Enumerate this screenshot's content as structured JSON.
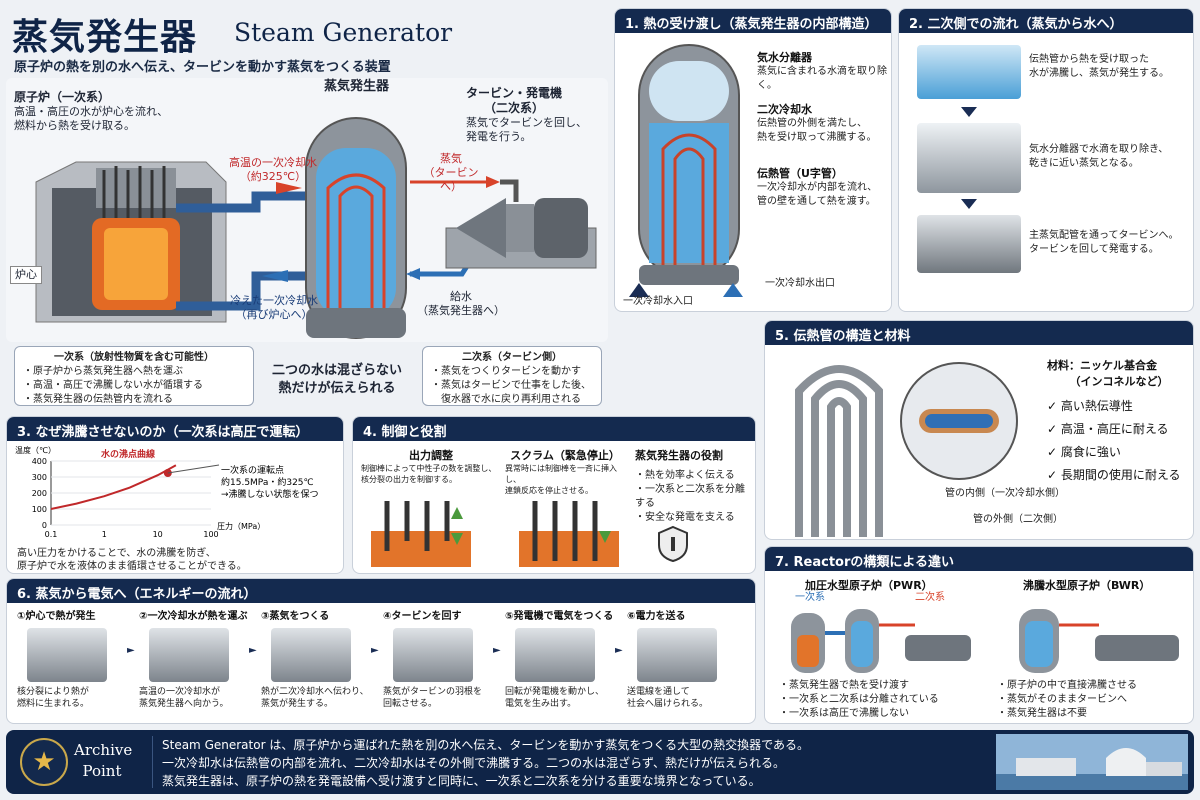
{
  "header": {
    "title_jp": "蒸気発生器",
    "title_en": "Steam Generator",
    "subtitle": "原子炉の熱を別の水へ伝え、タービンを動かす蒸気をつくる装置"
  },
  "hero": {
    "reactor_title": "原子炉（一次系）",
    "reactor_desc1": "高温・高圧の水が炉心を流れ、",
    "reactor_desc2": "燃料から熱を受け取る。",
    "core_label": "炉心",
    "sg_title": "蒸気発生器",
    "hot_label": "高温の一次冷却水",
    "hot_temp": "（約325℃）",
    "cold_label": "冷えた一次冷却水",
    "cold_sub": "（再び炉心へ）",
    "steam_label": "蒸気",
    "steam_sub": "（タービンへ）",
    "turbine_title1": "タービン・発電機",
    "turbine_title2": "（二次系）",
    "turbine_desc1": "蒸気でタービンを回し、",
    "turbine_desc2": "発電を行う。",
    "feed_label": "給水",
    "feed_sub": "（蒸気発生器へ）",
    "primary_title": "一次系（放射性物質を含む可能性）",
    "primary_items": [
      "・原子炉から蒸気発生器へ熱を運ぶ",
      "・高温・高圧で沸騰しない水が循環する",
      "・蒸気発生器の伝熱管内を流れる"
    ],
    "center1": "二つの水は混ざらない",
    "center2": "熱だけが伝えられる",
    "secondary_title": "二次系（タービン側）",
    "secondary_items": [
      "・蒸気をつくりタービンを動かす",
      "・蒸気はタービンで仕事をした後、",
      "　復水器で水に戻り再利用される"
    ]
  },
  "s1": {
    "title": "1. 熱の受け渡し（蒸気発生器の内部構造）",
    "sep_title": "気水分離器",
    "sep_desc": "蒸気に含まれる水滴を取り除く。",
    "sec_title": "二次冷却水",
    "sec_desc1": "伝熱管の外側を満たし、",
    "sec_desc2": "熱を受け取って沸騰する。",
    "tube_title": "伝熱管（U字管）",
    "tube_desc1": "一次冷却水が内部を流れ、",
    "tube_desc2": "管の壁を通して熱を渡す。",
    "inlet": "一次冷却水入口",
    "outlet": "一次冷却水出口"
  },
  "s2": {
    "title": "2. 二次側での流れ（蒸気から水へ）",
    "step1a": "伝熱管から熱を受け取った",
    "step1b": "水が沸騰し、蒸気が発生する。",
    "step2a": "気水分離器で水滴を取り除き、",
    "step2b": "乾きに近い蒸気となる。",
    "step3a": "主蒸気配管を通ってタービンへ。",
    "step3b": "タービンを回して発電する。"
  },
  "s3": {
    "title": "3. なぜ沸騰させないのか（一次系は高圧で運転）",
    "note1": "高い圧力をかけることで、水の沸騰を防ぎ、",
    "note2": "原子炉で水を液体のまま循環させることができる。"
  },
  "chart_data": {
    "type": "line",
    "title": "",
    "xlabel": "圧力（MPa）",
    "ylabel": "温度（℃）",
    "x_scale": "log",
    "x_ticks": [
      "0.1",
      "1",
      "10",
      "100"
    ],
    "y_ticks": [
      "0",
      "100",
      "200",
      "300",
      "400"
    ],
    "xlim": [
      0.1,
      100
    ],
    "ylim": [
      0,
      400
    ],
    "series": [
      {
        "name": "水の沸点曲線",
        "x": [
          0.1,
          0.3,
          1,
          3,
          10,
          15.5,
          22
        ],
        "y": [
          100,
          134,
          180,
          234,
          311,
          345,
          374
        ]
      }
    ],
    "point": {
      "x": 15.5,
      "y": 325,
      "label1": "一次系の運転点",
      "label2": "約15.5MPa・約325℃",
      "label3": "→沸騰しない状態を保つ"
    }
  },
  "s4": {
    "title": "4. 制御と役割",
    "c1_title": "出力調整",
    "c1a": "制御棒によって中性子の数を調整し、",
    "c1b": "核分裂の出力を制御する。",
    "c2_title": "スクラム（緊急停止）",
    "c2a": "異常時には制御棒を一斉に挿入し、",
    "c2b": "連鎖反応を停止させる。",
    "c3_title": "蒸気発生器の役割",
    "c3_items": [
      "・熱を効率よく伝える",
      "・一次系と二次系を分離する",
      "・安全な発電を支える"
    ]
  },
  "s5": {
    "title": "5. 伝熱管の構造と材料",
    "mat1": "材料：ニッケル基合金",
    "mat2": "（インコネルなど）",
    "checks": [
      "高い熱伝導性",
      "高温・高圧に耐える",
      "腐食に強い",
      "長期間の使用に耐える"
    ],
    "inner": "管の内側（一次冷却水側）",
    "outer": "管の外側（二次側）"
  },
  "s6": {
    "title": "6. 蒸気から電気へ（エネルギーの流れ）",
    "steps": [
      {
        "n": "①炉心で熱が発生",
        "a": "核分裂により熱が",
        "b": "燃料に生まれる。"
      },
      {
        "n": "②一次冷却水が熱を運ぶ",
        "a": "高温の一次冷却水が",
        "b": "蒸気発生器へ向かう。"
      },
      {
        "n": "③蒸気をつくる",
        "a": "熱が二次冷却水へ伝わり、",
        "b": "蒸気が発生する。"
      },
      {
        "n": "④タービンを回す",
        "a": "蒸気がタービンの羽根を",
        "b": "回転させる。"
      },
      {
        "n": "⑤発電機で電気をつくる",
        "a": "回転が発電機を動かし、",
        "b": "電気を生み出す。"
      },
      {
        "n": "⑥電力を送る",
        "a": "送電線を通して",
        "b": "社会へ届けられる。"
      }
    ]
  },
  "s7": {
    "title": "7. Reactorの構類による違い",
    "pwr": "加圧水型原子炉（PWR）",
    "pwr_primary": "一次系",
    "pwr_secondary": "二次系",
    "pwr_items": [
      "・蒸気発生器で熱を受け渡す",
      "・一次系と二次系は分離されている",
      "・一次系は高圧で沸騰しない"
    ],
    "bwr": "沸騰水型原子炉（BWR）",
    "bwr_items": [
      "・原子炉の中で直接沸騰させる",
      "・蒸気がそのままタービンへ",
      "・蒸気発生器は不要"
    ]
  },
  "footer": {
    "badge1": "Archive",
    "badge2": "Point",
    "line1": "Steam Generator は、原子炉から運ばれた熱を別の水へ伝え、タービンを動かす蒸気をつくる大型の熱交換器である。",
    "line2": "一次冷却水は伝熱管の内部を流れ、二次冷却水はその外側で沸騰する。二つの水は混ざらず、熱だけが伝えられる。",
    "line3": "蒸気発生器は、原子炉の熱を発電設備へ受け渡すと同時に、一次系と二次系を分ける重要な境界となっている。"
  },
  "colors": {
    "navy": "#142a4f",
    "hot": "#d8432a",
    "cold": "#2c6fb5",
    "water": "#4aa3df"
  }
}
